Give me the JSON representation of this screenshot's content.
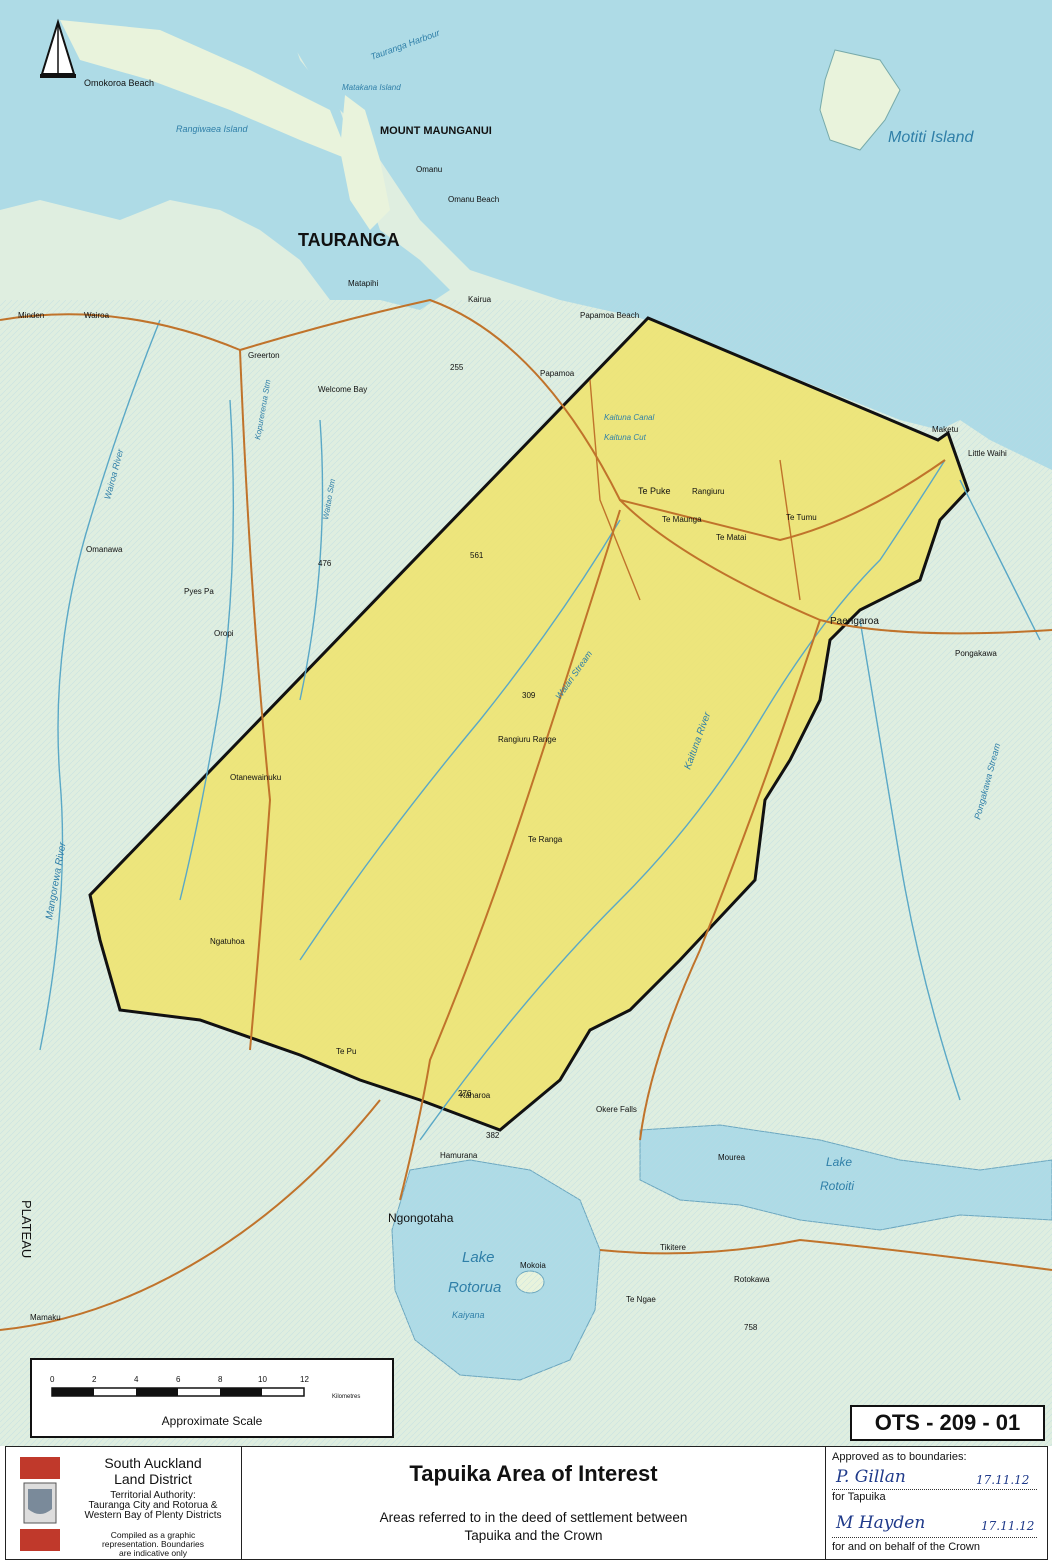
{
  "colors": {
    "sea": "#aedbe6",
    "land": "#dfeee0",
    "area": "#f0e36a",
    "boundary": "#111111",
    "road": "#c0732b",
    "river": "#5aa8c6",
    "water_label": "#2f7fa8"
  },
  "map_labels": {
    "tauranga": "TAURANGA",
    "mount_maunganui": "MOUNT MAUNGANUI",
    "motiti_island": "Motiti Island",
    "te_puke": "Te Puke",
    "te_maunga": "Te Maunga",
    "rangiuru": "Rangiuru",
    "paengaroa": "Paengaroa",
    "pongakawa": "Pongakawa",
    "maketu": "Maketu",
    "little_waihi": "Little Waihi",
    "papamoa": "Papamoa",
    "papamoa_beach": "Papamoa Beach",
    "kairua": "Kairua",
    "welcome_bay": "Welcome Bay",
    "matapihi": "Matapihi",
    "greerton": "Greerton",
    "oropi": "Oropi",
    "omanawa": "Omanawa",
    "pyes_pa": "Pyes Pa",
    "minden": "Minden",
    "wairoa": "Wairoa",
    "omokoroa_beach": "Omokoroa Beach",
    "rangiwaea_island": "Rangiwaea Island",
    "matakana_island": "Matakana Island",
    "omanu_beach": "Omanu Beach",
    "omanu": "Omanu",
    "te_matai": "Te Matai",
    "te_tumu": "Te Tumu",
    "otanewainuku": "Otanewainuku",
    "rangiuru_range": "Rangiuru Range",
    "te_ranga": "Te Ranga",
    "ngatuhoa": "Ngatuhoa",
    "te_pu": "Te Pu",
    "mamaku": "Mamaku",
    "ngongotaha": "Ngongotaha",
    "lake": "Lake",
    "rotorua": "Rotorua",
    "kaiyana": "Kaiyana",
    "mokoia": "Mokoia",
    "lake_rotoiti": "Rotoiti",
    "lake_rotoiti_lake": "Lake",
    "hamurana": "Hamurana",
    "mourea": "Mourea",
    "okere_falls": "Okere Falls",
    "te_ngae": "Te Ngae",
    "tikitere": "Tikitere",
    "rotokawa": "Rotokawa",
    "kaharoa": "Kaharoa",
    "plateau": "PLATEAU",
    "tauranga_harbour": "Tauranga Harbour",
    "kaituna_river": "Kaituna River",
    "waiari_stream": "Waiari Stream",
    "mangorewa_river": "Mangorewa River",
    "wairoa_river": "Wairoa River",
    "kopurererua": "Kopurererua Stm",
    "waitao": "Waitao Stm",
    "pongakawa_stream": "Pongakawa Stream",
    "kaituna_cut": "Kaituna Cut",
    "kaituna_canal": "Kaituna Canal",
    "pt_276": "276",
    "pt_382": "382",
    "pt_476": "476",
    "pt_309": "309",
    "pt_561": "561",
    "pt_758": "758",
    "pt_255": "255"
  },
  "scale": {
    "ticks": [
      "0",
      "2",
      "4",
      "6",
      "8",
      "10",
      "12"
    ],
    "unit": "Kilometres",
    "caption": "Approximate Scale"
  },
  "plan_ref": "OTS - 209 - 01",
  "footer": {
    "district_title_1": "South Auckland",
    "district_title_2": "Land District",
    "authority_1": "Territorial Authority:",
    "authority_2": "Tauranga City and Rotorua &",
    "authority_3": "Western Bay of Plenty Districts",
    "note_1": "Compiled as a graphic",
    "note_2": "representation. Boundaries",
    "note_3": "are indicative only",
    "title": "Tapuika Area of Interest",
    "subtitle_1": "Areas referred to in the deed of settlement between",
    "subtitle_2": "Tapuika and the Crown",
    "approved": "Approved as to boundaries:",
    "sig1": "P. Gillan",
    "date1": "17.11.12",
    "for1": "for Tapuika",
    "sig2": "M Hayden",
    "date2": "17.11.12",
    "for2": "for and on behalf of the Crown"
  }
}
